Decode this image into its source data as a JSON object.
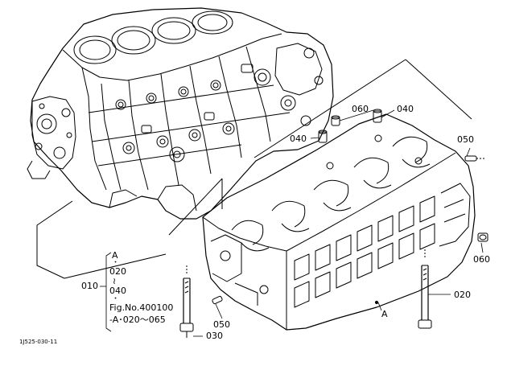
{
  "diagram": {
    "drawing_code": "1J525-030-11",
    "callouts": {
      "c040_top": "040",
      "c060_top": "060",
      "c040_left": "040",
      "c050_right": "050",
      "c060_right": "060",
      "c020_right": "020",
      "c050_bottom": "050",
      "c030_bottom": "030",
      "c010_left": "010",
      "marker_a": "A"
    },
    "reference_box": {
      "line_a": "A",
      "dot1": "・",
      "line_020": "020",
      "tilde": "≀",
      "line_040": "040",
      "dot2": "・",
      "line_fig": "Fig.No.400100",
      "line_range": "-A･020～065"
    }
  }
}
